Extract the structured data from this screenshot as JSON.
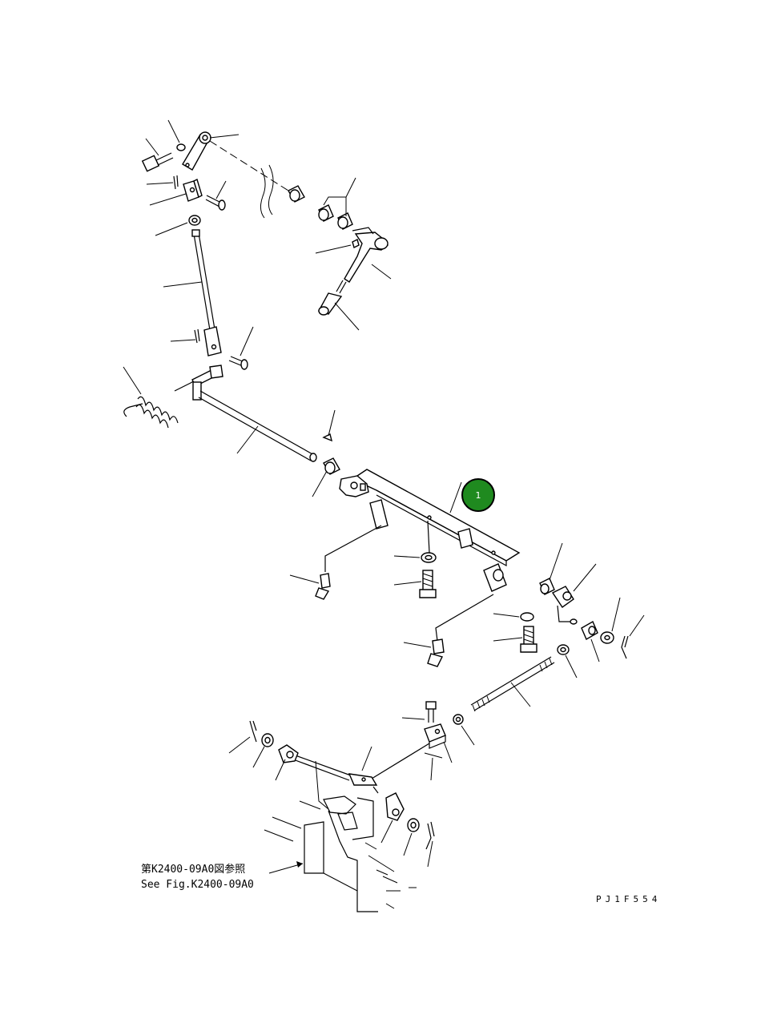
{
  "callout": {
    "number": "1",
    "color": "#1f8a1f"
  },
  "reference": {
    "line_jp": "第K2400-09A0図参照",
    "line_en": "See Fig.K2400-09A0"
  },
  "drawing_code": "PJ1F554"
}
